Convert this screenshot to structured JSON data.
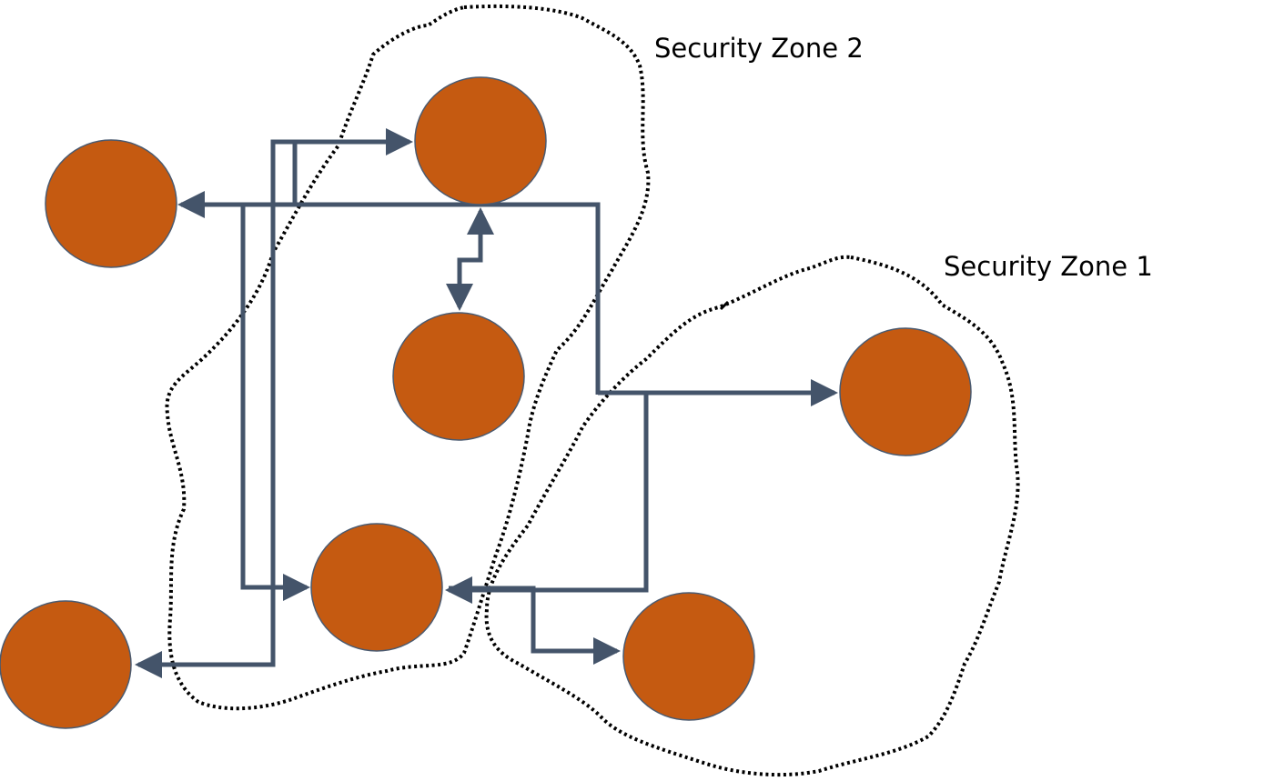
{
  "colors": {
    "background": "#ffffff",
    "node_fill": "#c55a11",
    "node_stroke": "#4a5a70",
    "connector": "#44546a",
    "zone_outline": "#000000",
    "label_text": "#000000"
  },
  "zones": [
    {
      "id": "zone-2",
      "label": "Security Zone 2"
    },
    {
      "id": "zone-1",
      "label": "Security Zone 1"
    }
  ],
  "nodes": [
    {
      "id": "top-center",
      "zone": "zone-2"
    },
    {
      "id": "left-upper",
      "zone": "none"
    },
    {
      "id": "middle",
      "zone": "zone-2"
    },
    {
      "id": "lower-center",
      "zone": "zone-2"
    },
    {
      "id": "bottom-left",
      "zone": "none"
    },
    {
      "id": "right",
      "zone": "zone-1"
    },
    {
      "id": "bottom-right",
      "zone": "zone-1"
    }
  ],
  "connections": [
    {
      "from": "top-center",
      "to": "left-upper",
      "arrow": "end"
    },
    {
      "from": "top-center",
      "to": "right",
      "arrow": "end"
    },
    {
      "from": "top-center",
      "to": "middle",
      "arrow": "both"
    },
    {
      "from": "right",
      "to": "lower-center",
      "arrow": "end"
    },
    {
      "from": "left-upper",
      "to": "lower-center",
      "arrow": "end"
    },
    {
      "from": "bottom-left",
      "to": "top-center",
      "arrow": "both"
    },
    {
      "from": "lower-center",
      "to": "bottom-right",
      "arrow": "end"
    }
  ]
}
